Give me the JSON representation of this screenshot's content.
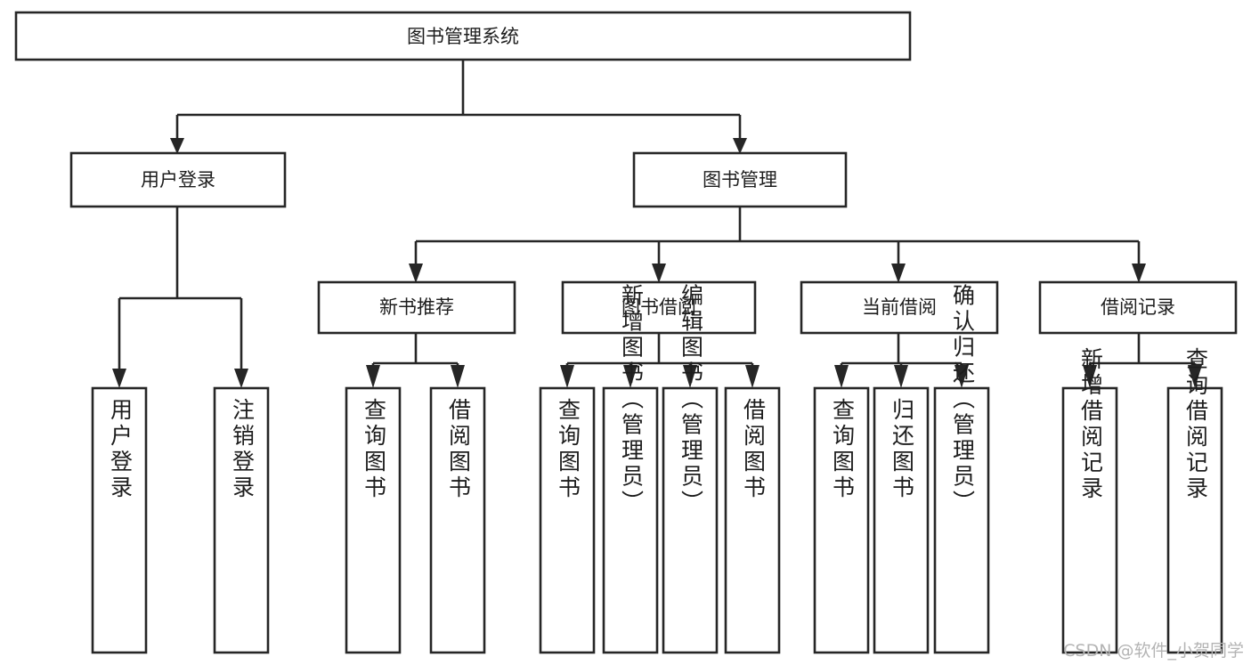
{
  "diagram": {
    "type": "tree-hierarchy-chart",
    "title": "图书管理系统",
    "background_color": "#ffffff",
    "line_color": "#262626",
    "text_color": "#1d1d1d",
    "levels": 4,
    "nodes": {
      "root": {
        "label": "图书管理系统",
        "orientation": "horizontal"
      },
      "level2": [
        {
          "id": "user-login",
          "label": "用户登录",
          "orientation": "horizontal"
        },
        {
          "id": "book-manage",
          "label": "图书管理",
          "orientation": "horizontal"
        }
      ],
      "level3": [
        {
          "id": "new-book-recommend",
          "label": "新书推荐",
          "orientation": "horizontal"
        },
        {
          "id": "book-borrow",
          "label": "图书借阅",
          "orientation": "horizontal"
        },
        {
          "id": "current-borrow",
          "label": "当前借阅",
          "orientation": "horizontal"
        },
        {
          "id": "borrow-record",
          "label": "借阅记录",
          "orientation": "horizontal"
        }
      ],
      "leaves": [
        {
          "id": "leaf-user-login",
          "label": "用户登录",
          "parent": "user-login",
          "orientation": "vertical"
        },
        {
          "id": "leaf-user-logout",
          "label": "注销登录",
          "parent": "user-login",
          "orientation": "vertical"
        },
        {
          "id": "leaf-query-book-1",
          "label": "查询图书",
          "parent": "new-book-recommend",
          "orientation": "vertical"
        },
        {
          "id": "leaf-borrow-book-1",
          "label": "借阅图书",
          "parent": "new-book-recommend",
          "orientation": "vertical"
        },
        {
          "id": "leaf-query-book-2",
          "label": "查询图书",
          "parent": "book-borrow",
          "orientation": "vertical"
        },
        {
          "id": "leaf-add-book",
          "label": "新增图书（管理员）",
          "parent": "book-borrow",
          "orientation": "vertical"
        },
        {
          "id": "leaf-edit-book",
          "label": "编辑图书（管理员）",
          "parent": "book-borrow",
          "orientation": "vertical"
        },
        {
          "id": "leaf-borrow-book-2",
          "label": "借阅图书",
          "parent": "book-borrow",
          "orientation": "vertical"
        },
        {
          "id": "leaf-query-book-3",
          "label": "查询图书",
          "parent": "current-borrow",
          "orientation": "vertical"
        },
        {
          "id": "leaf-return-book",
          "label": "归还图书",
          "parent": "current-borrow",
          "orientation": "vertical"
        },
        {
          "id": "leaf-confirm-return",
          "label": "确认归还（管理员）",
          "parent": "current-borrow",
          "orientation": "vertical"
        },
        {
          "id": "leaf-add-record",
          "label": "新增借阅记录",
          "parent": "borrow-record",
          "orientation": "vertical"
        },
        {
          "id": "leaf-query-record",
          "label": "查询借阅记录",
          "parent": "borrow-record",
          "orientation": "vertical"
        }
      ]
    }
  },
  "watermark": {
    "text": "CSDN @软件_小贺同学"
  }
}
